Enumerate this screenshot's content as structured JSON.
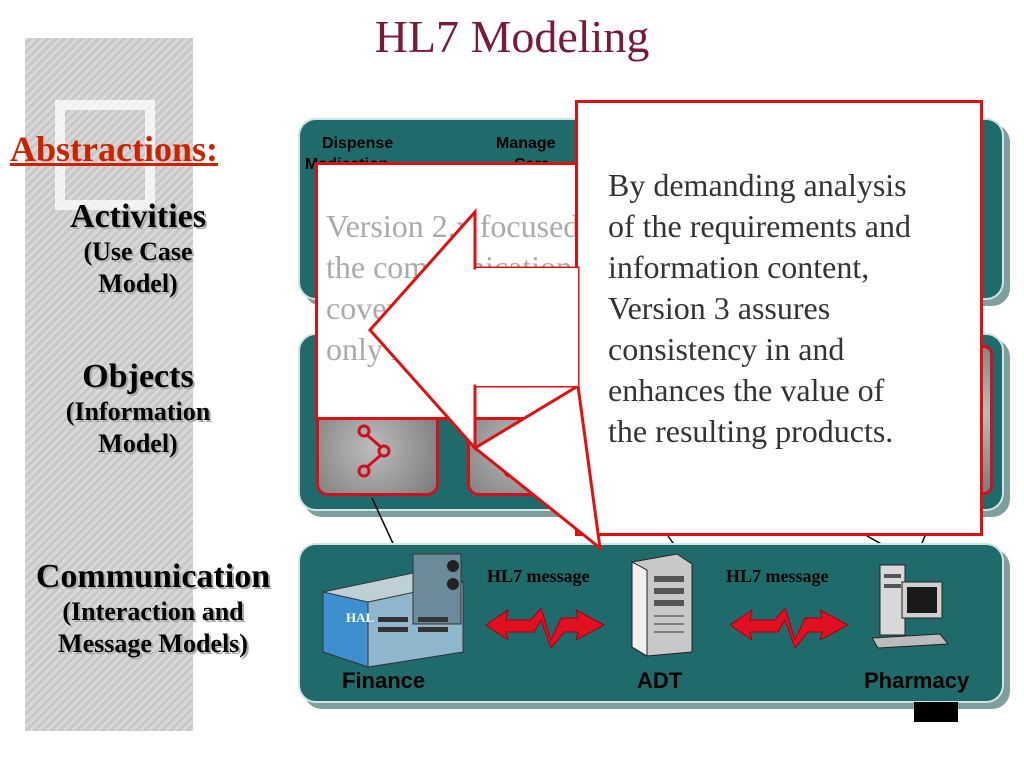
{
  "title": "HL7 Modeling",
  "left": {
    "heading": "Abstractions:",
    "activities": {
      "main": "Activities",
      "sub1": "(Use Case",
      "sub2": "Model)"
    },
    "objects": {
      "main": "Objects",
      "sub1": "(Information",
      "sub2": "Model)"
    },
    "communication": {
      "main": "Communication",
      "sub1": "(Interaction and",
      "sub2": "Message Models)"
    }
  },
  "activities_layer": {
    "item1_line1": "Dispense",
    "item1_line2": "Medication",
    "item2_line1": "Manage",
    "item2_line2": "Care"
  },
  "communication_layer": {
    "msg_left": "HL7 message",
    "msg_right": "HL7 message",
    "finance": "Finance",
    "adt": "ADT",
    "pharmacy": "Pharmacy",
    "hal": "HAL"
  },
  "version2_text": [
    "Version 2.x focused",
    "the communication",
    "covered",
    "only loosely in"
  ],
  "version3_text": [
    "By demanding analysis",
    "of the requirements and",
    "information content,",
    "Version 3 assures",
    "consistency in and",
    "enhances the value of",
    "the resulting products."
  ],
  "colors": {
    "title": "#7a1a3a",
    "accent": "#cc2200",
    "layer": "#1f6b6b",
    "callout_border": "#e01010"
  }
}
